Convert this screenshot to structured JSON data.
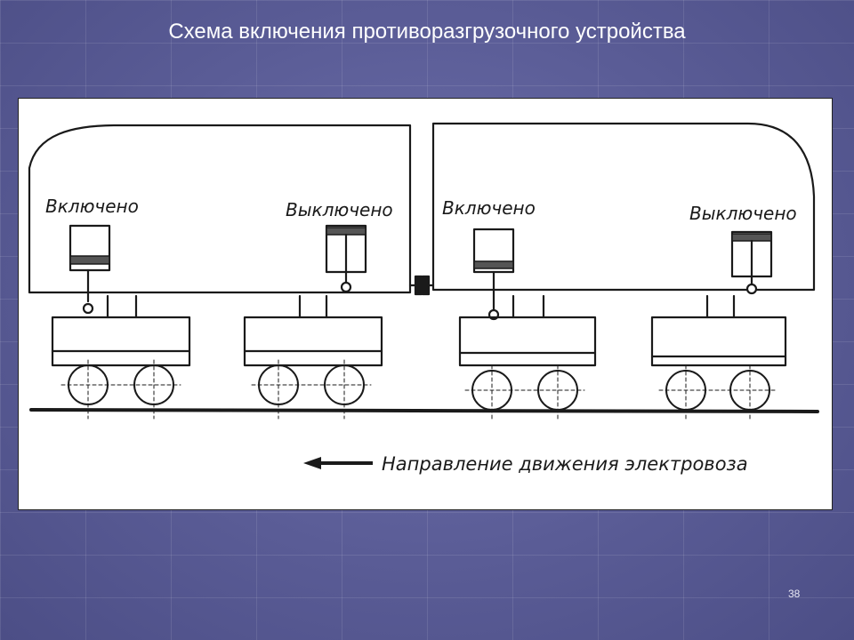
{
  "slide": {
    "title": "Схема включения противоразгрузочного устройства",
    "page_number": "38"
  },
  "diagram": {
    "labels": {
      "car1_left": "Включено",
      "car1_right": "Выключено",
      "car2_left": "Включено",
      "car2_right": "Выключено"
    },
    "direction_label": "Направление движения электровоза"
  },
  "colors": {
    "background": "#5a5c96",
    "figure_bg": "#ffffff",
    "ink": "#1a1a1a"
  }
}
